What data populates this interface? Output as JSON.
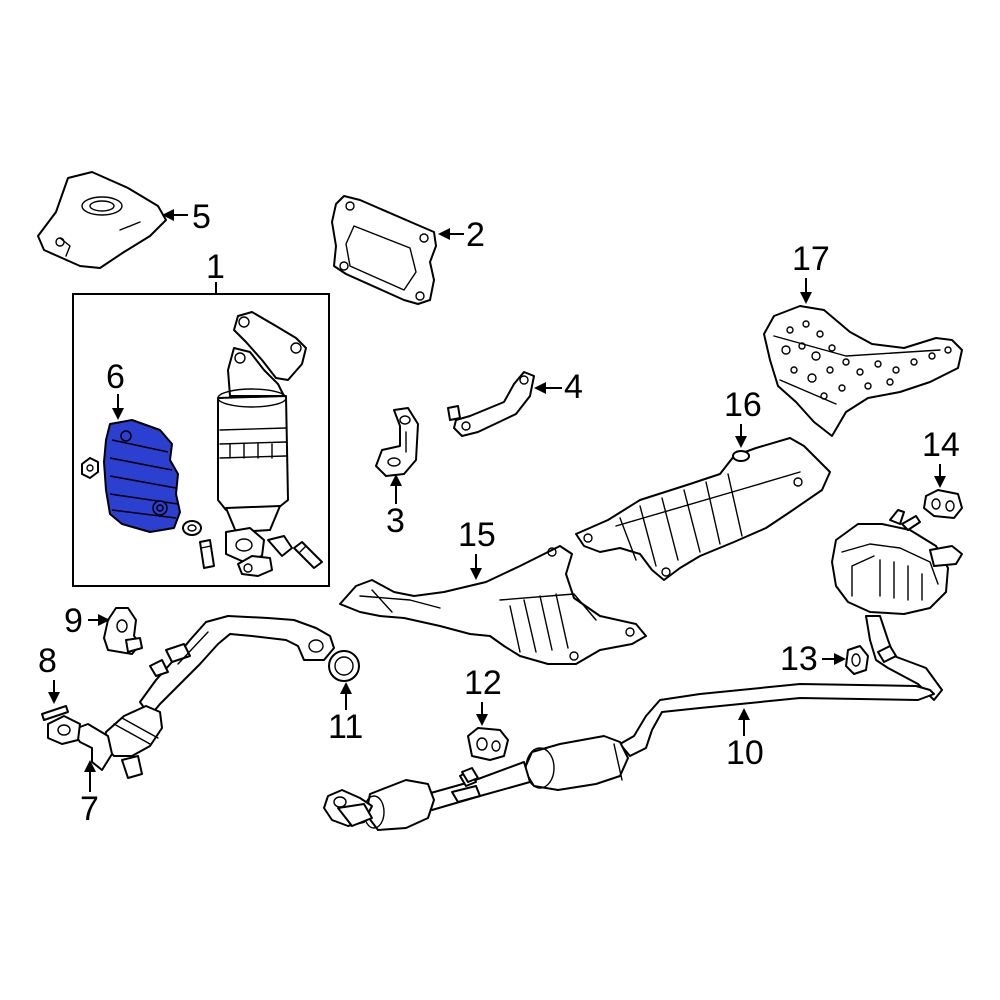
{
  "diagram": {
    "highlight_color": "#2b3fd0",
    "line_color": "#000000",
    "background": "#ffffff",
    "callouts": {
      "c1": "1",
      "c2": "2",
      "c3": "3",
      "c4": "4",
      "c5": "5",
      "c6": "6",
      "c7": "7",
      "c8": "8",
      "c9": "9",
      "c10": "10",
      "c11": "11",
      "c12": "12",
      "c13": "13",
      "c14": "14",
      "c15": "15",
      "c16": "16",
      "c17": "17"
    },
    "highlighted_part": "6"
  }
}
